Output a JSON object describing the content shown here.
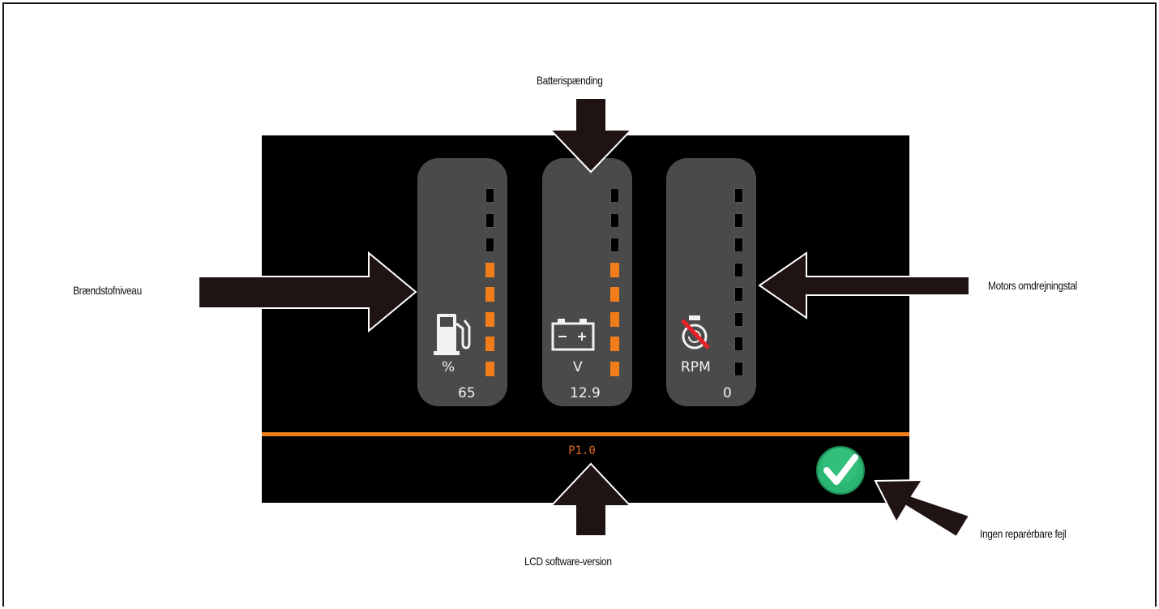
{
  "callouts": {
    "battery_voltage": "Batterispænding",
    "fuel_level": "Brændstofniveau",
    "engine_rpm": "Motors omdrejningstal",
    "lcd_version": "LCD software-version",
    "no_faults": "Ingen reparérbare fejl"
  },
  "gauges": [
    {
      "icon": "fuel-pump-icon",
      "unit": "%",
      "value": "65",
      "level_segments_lit": 5,
      "segments_total": 8
    },
    {
      "icon": "battery-icon",
      "unit": "V",
      "value": "12.9",
      "level_segments_lit": 5,
      "segments_total": 8
    },
    {
      "icon": "engine-off-icon",
      "unit": "RPM",
      "value": "0",
      "level_segments_lit": 0,
      "segments_total": 8
    }
  ],
  "display": {
    "software_version": "P1.0",
    "status_icon": "checkmark-icon"
  },
  "colors": {
    "accent": "#f07d1a",
    "screen_background": "#000000",
    "gauge_background": "#4a4a4a",
    "status_ok": "#2bb673"
  }
}
